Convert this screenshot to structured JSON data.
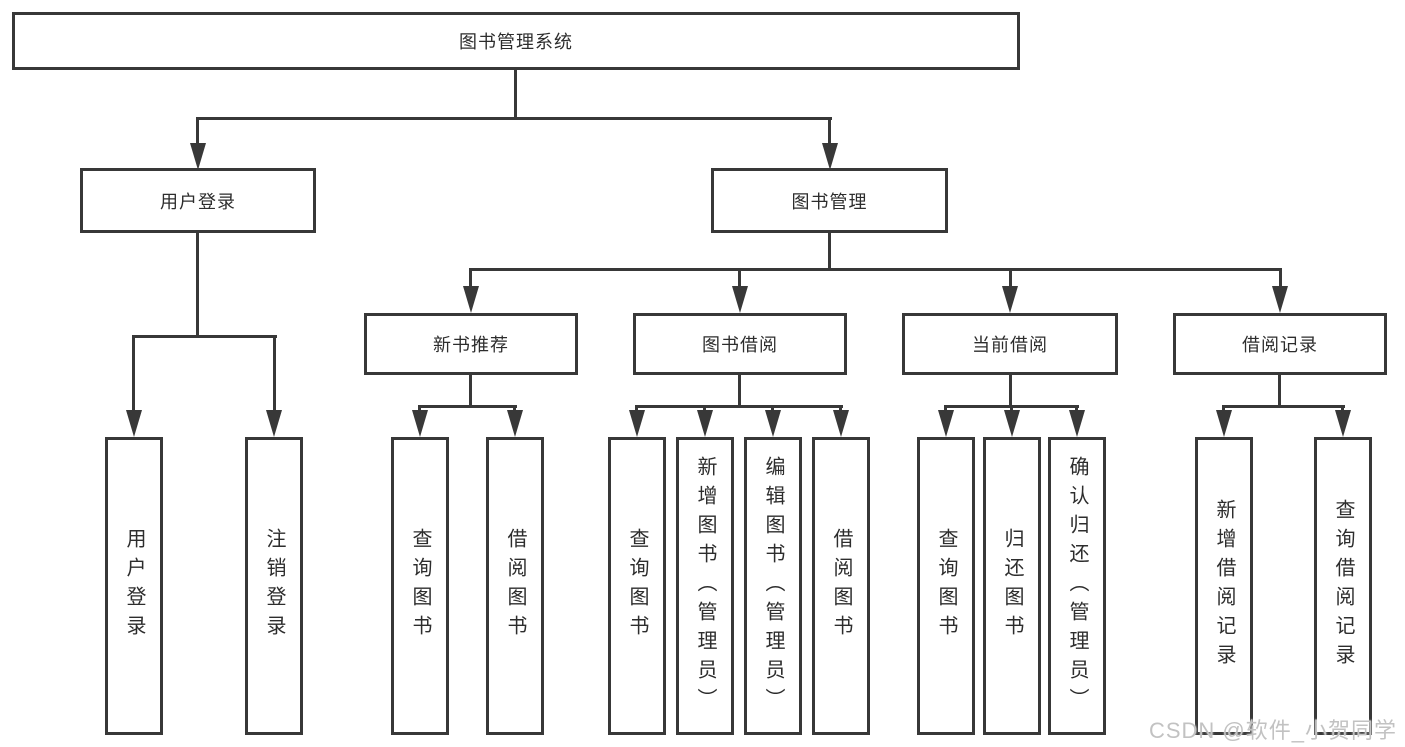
{
  "title": "图书管理系统",
  "colors": {
    "line": "#383838",
    "text": "#2d2d2d",
    "watermark": "#c2c2c2",
    "background": "#ffffff"
  },
  "watermark": {
    "text": "CSDN @软件_小贺同学"
  },
  "chart_data": {
    "type": "table",
    "title": "图书管理系统功能结构图",
    "hierarchy": "root > branches > children"
  },
  "tree": {
    "root": {
      "label": "图书管理系统"
    },
    "branches": [
      {
        "label": "用户登录",
        "children": [
          {
            "label": "用户登录"
          },
          {
            "label": "注销登录"
          }
        ]
      },
      {
        "label": "图书管理",
        "children": [
          {
            "label": "新书推荐",
            "children": [
              {
                "label": "查询图书"
              },
              {
                "label": "借阅图书"
              }
            ]
          },
          {
            "label": "图书借阅",
            "children": [
              {
                "label": "查询图书"
              },
              {
                "label": "新增图书（管理员）"
              },
              {
                "label": "编辑图书（管理员）"
              },
              {
                "label": "借阅图书"
              }
            ]
          },
          {
            "label": "当前借阅",
            "children": [
              {
                "label": "查询图书"
              },
              {
                "label": "归还图书"
              },
              {
                "label": "确认归还（管理员）"
              }
            ]
          },
          {
            "label": "借阅记录",
            "children": [
              {
                "label": "新增借阅记录"
              },
              {
                "label": "查询借阅记录"
              }
            ]
          }
        ]
      }
    ]
  }
}
